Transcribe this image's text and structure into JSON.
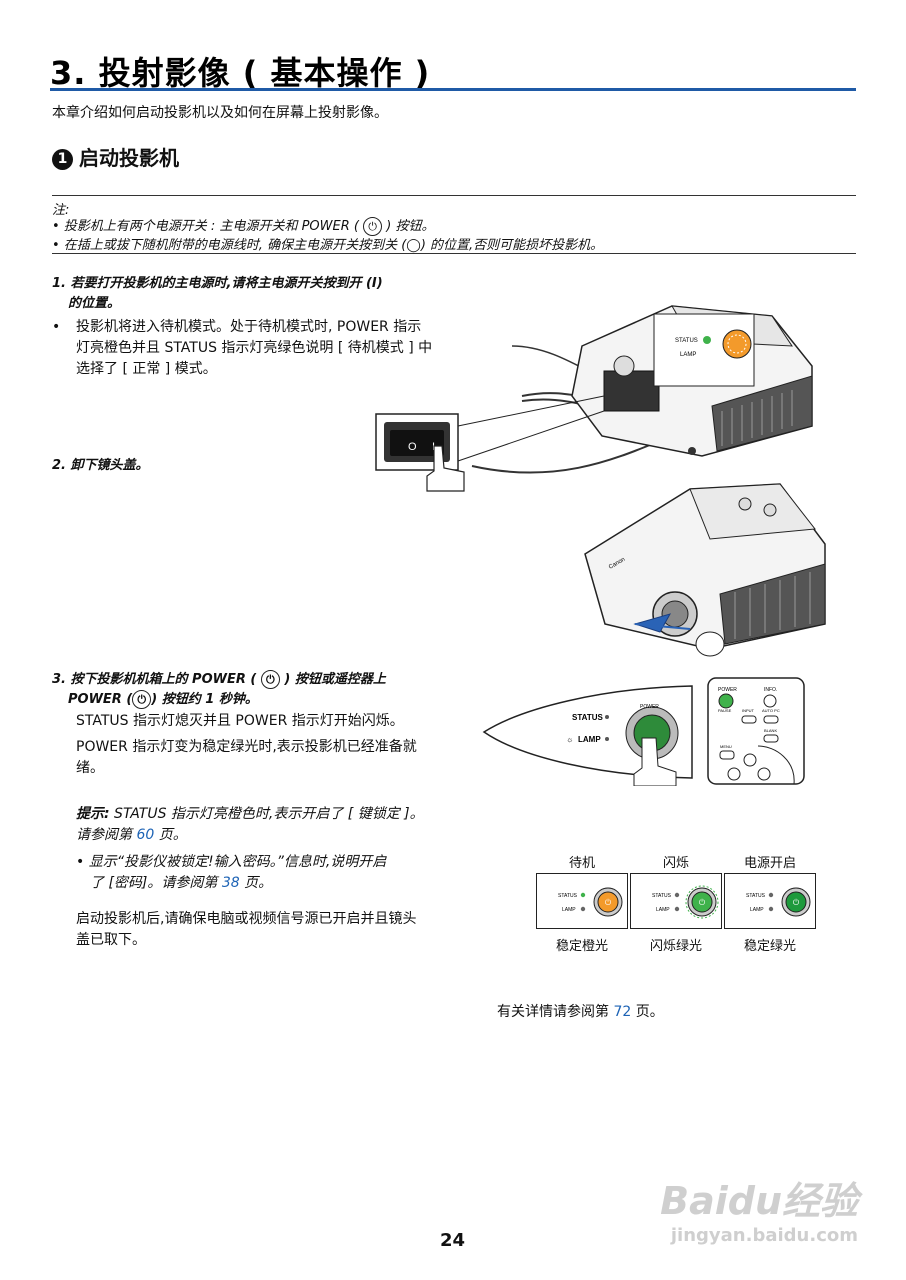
{
  "page": {
    "title": "3. 投射影像 ( 基本操作 )",
    "intro": "本章介绍如何启动投影机以及如何在屏幕上投射影像。",
    "section_num": "1",
    "section_title": "启动投影机",
    "page_number": "24"
  },
  "note": {
    "label": "注:",
    "item1_a": "•  投影机上有两个电源开关 : 主电源开关和 POWER (",
    "item1_b": ") 按钮。",
    "item2": "•  在插上或拔下随机附带的电源线时, 确保主电源开关按到关 (◯) 的位置,否则可能损坏投影机。"
  },
  "step1": {
    "line1": "1.  若要打开投影机的主电源时,请将主电源开关按到开 (I)",
    "line2": "的位置。",
    "bullet": "•",
    "body_l1": "投影机将进入待机模式。处于待机模式时, POWER 指示",
    "body_l2": "灯亮橙色并且 STATUS 指示灯亮绿色说明 [ 待机模式 ] 中",
    "body_l3": "选择了 [ 正常 ] 模式。"
  },
  "step2": {
    "text": "2.  卸下镜头盖。"
  },
  "step3": {
    "l1_a": "3.  按下投影机机箱上的 POWER (",
    "l1_b": ") 按钮或遥控器上",
    "l2_a": "POWER (",
    "l2_b": ") 按钮约 1 秒钟。",
    "p1": "STATUS 指示灯熄灭并且 POWER 指示灯开始闪烁。",
    "p2_l1": "POWER 指示灯变为稳定绿光时,表示投影机已经准备就",
    "p2_l2": "绪。"
  },
  "tip": {
    "label": "提示:",
    "l1": " STATUS 指示灯亮橙色时,表示开启了 [ 键锁定 ]。",
    "l2_a": "请参阅第 ",
    "l2_page": "60",
    "l2_b": " 页。",
    "b_l1": "•  显示“投影仪被锁定!输入密码。”信息时,说明开启",
    "b_l2_a": "了 [密码]。请参阅第 ",
    "b_l2_page": "38",
    "b_l2_b": " 页。"
  },
  "closing": {
    "l1": "启动投影机后,请确保电脑或视频信号源已开启并且镜头",
    "l2": "盖已取下。"
  },
  "indicators": {
    "top_labels": [
      "待机",
      "闪烁",
      "电源开启"
    ],
    "bottom_labels": [
      "稳定橙光",
      "闪烁绿光",
      "稳定绿光"
    ],
    "status": "STATUS",
    "lamp": "LAMP",
    "power": "POWER",
    "colors": [
      "#f39a2b",
      "#3fb24b",
      "#1e9a3c"
    ]
  },
  "panel": {
    "status": "STATUS",
    "lamp": "LAMP",
    "power": "POWER"
  },
  "remote": {
    "power": "POWER",
    "info": "INFO.",
    "input": "INPUT",
    "auto_pc": "AUTO PC",
    "blank": "BLANK",
    "menu": "MENU",
    "pause": "PAUSE"
  },
  "switch": {
    "off": "O",
    "on": "I"
  },
  "projector": {
    "brand": "Canon"
  },
  "ref": {
    "a": "有关详情请参阅第 ",
    "page": "72",
    "b": " 页。"
  },
  "watermark": {
    "brand": "Baidu经验",
    "url": "jingyan.baidu.com"
  }
}
